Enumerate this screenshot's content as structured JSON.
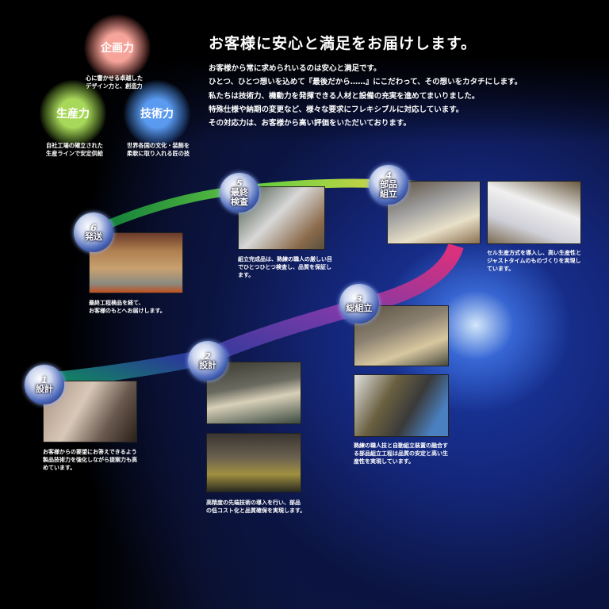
{
  "title": "お客様に安心と満足をお届けします。",
  "paragraph": [
    "お客様から常に求められいるのは安心と満足です。",
    "ひとつ、ひとつ想いを込めて『最後だから……』にこだわって、その想いをカタチにします。",
    "私たちは技術力、機動力を発揮できる人材と設備の充実を進めてまいりました。",
    "特殊仕様や納期の変更など、様々な要求にフレキシブルに対応しています。",
    "その対応力は、お客様から高い評価をいただいております。"
  ],
  "strengths": [
    {
      "label": "企画力",
      "caption": [
        "心に響かせる卓越した",
        "デザイン力と、創造力"
      ],
      "color": "#f08a80"
    },
    {
      "label": "生産力",
      "caption": [
        "自社工場の確立された",
        "生産ラインで安定供給"
      ],
      "color": "#9ad04a"
    },
    {
      "label": "技術力",
      "caption": [
        "世界各国の文化・装飾を",
        "柔軟に取り入れる匠の技"
      ],
      "color": "#4a8ee8"
    }
  ],
  "steps": [
    {
      "num": "1",
      "label": "設計",
      "caption": [
        "お客様からの要望にお答えできるよう",
        "製品技術力を強化しながら提案力も高",
        "めています。"
      ]
    },
    {
      "num": "2",
      "label": "設計",
      "caption": [
        "高精度の先端技術の導入を行い、部品",
        "の低コスト化と品質確保を実現します。"
      ]
    },
    {
      "num": "3",
      "label": "総組立",
      "caption": [
        "熟練の職人技と自動組立装置の融合す",
        "る部品組立工程は品質の安定と高い生",
        "産性を実現しています。"
      ]
    },
    {
      "num": "4",
      "label": "部品組立",
      "caption": [
        "セル生産方式を導入し、高い生産性と",
        "ジャストタイムのものづくりを実現し",
        "ています。"
      ]
    },
    {
      "num": "5",
      "label": "最終検査",
      "caption": [
        "組立完成品は、熟練の職人の厳しい目",
        "でひとつひとつ検査し、品質を保証し",
        "ます。"
      ]
    },
    {
      "num": "6",
      "label": "発送",
      "caption": [
        "最終工程検品を経て、",
        "お客様のもとへお届けします。"
      ]
    }
  ]
}
